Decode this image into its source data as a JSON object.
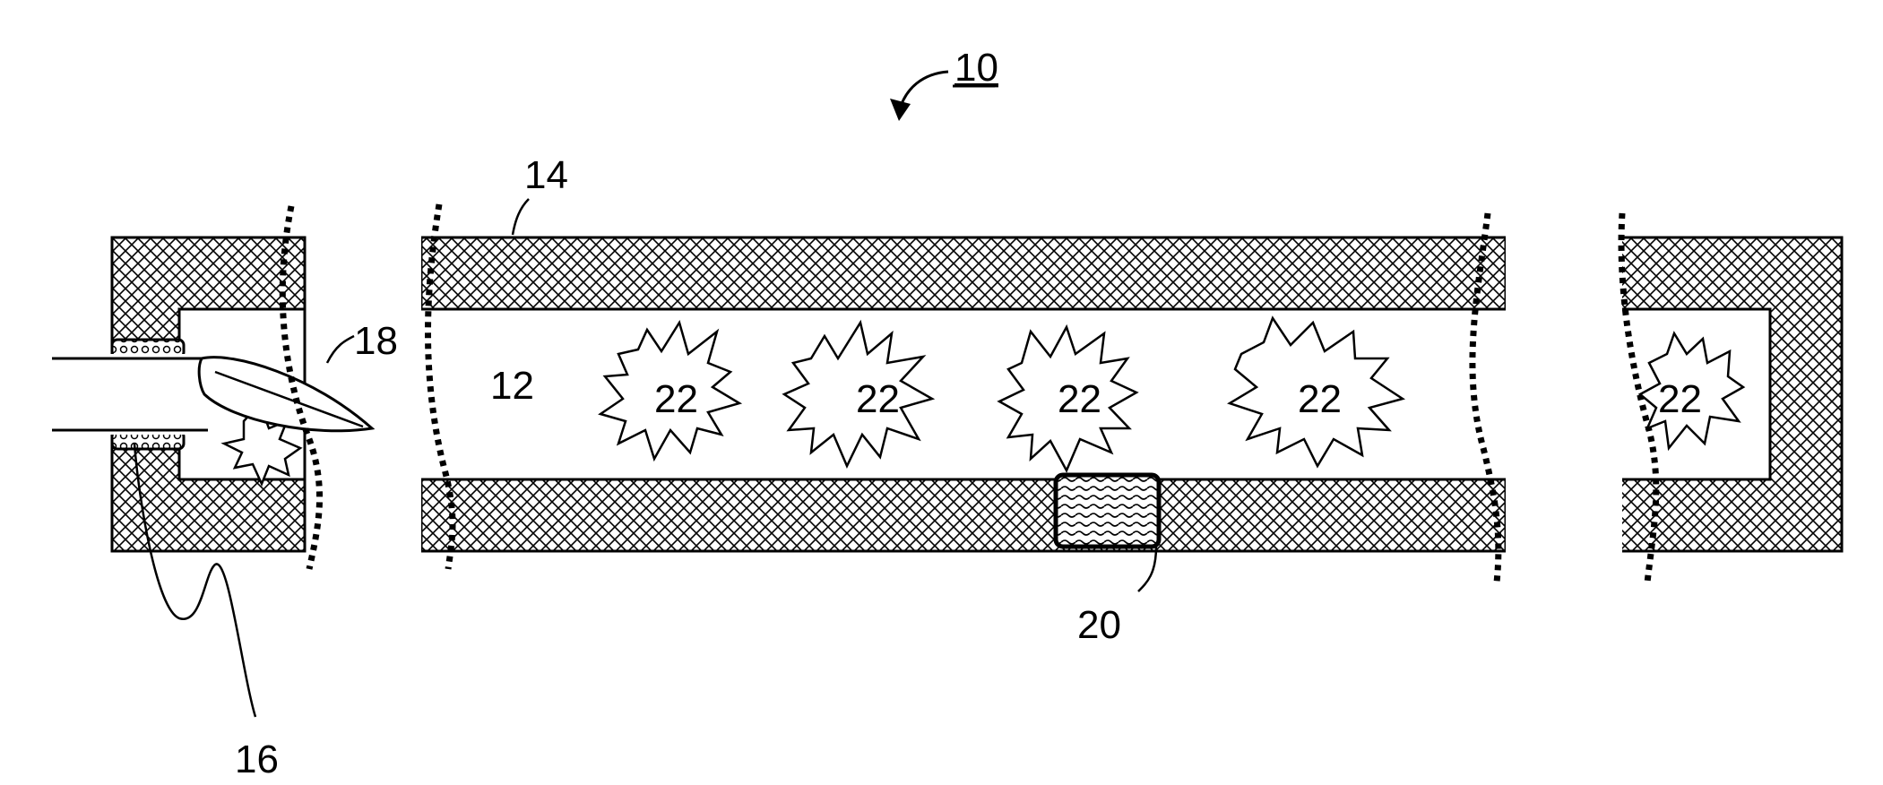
{
  "figure": {
    "reference_numeral": "10",
    "labels": {
      "chamber": "12",
      "wall": "14",
      "seal": "16",
      "needle": "18",
      "port": "20",
      "particle": "22"
    },
    "particles": [
      "22",
      "22",
      "22",
      "22",
      "22"
    ],
    "colors": {
      "line": "#000000",
      "background": "#ffffff"
    }
  }
}
